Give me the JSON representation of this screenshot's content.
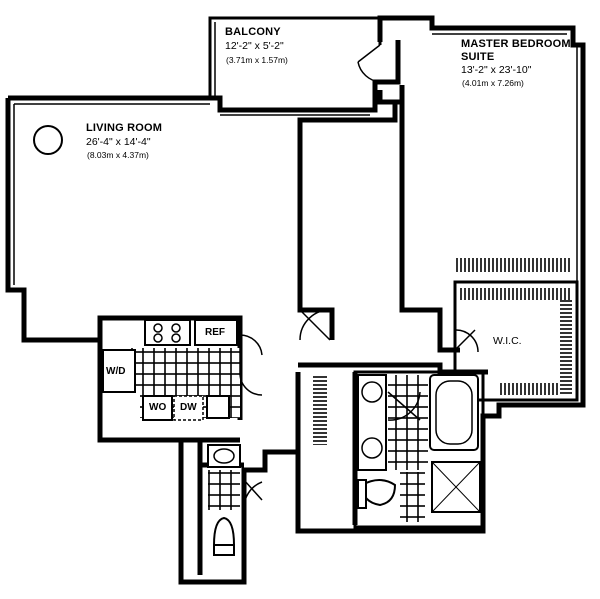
{
  "rooms": {
    "balcony": {
      "name": "BALCONY",
      "dim_imperial": "12'-2\" x 5'-2\"",
      "dim_metric": "(3.71m x 1.57m)"
    },
    "living_room": {
      "name": "LIVING ROOM",
      "dim_imperial": "26'-4\" x 14'-4\"",
      "dim_metric": "(8.03m x 4.37m)"
    },
    "master_bedroom": {
      "name_line1": "MASTER BEDROOM",
      "name_line2": "SUITE",
      "dim_imperial": "13'-2\" x 23'-10\"",
      "dim_metric": "(4.01m x 7.26m)"
    }
  },
  "fixtures": {
    "ref": "REF",
    "wd": "W/D",
    "wo": "WO",
    "dw": "DW",
    "wic": "W.I.C."
  }
}
